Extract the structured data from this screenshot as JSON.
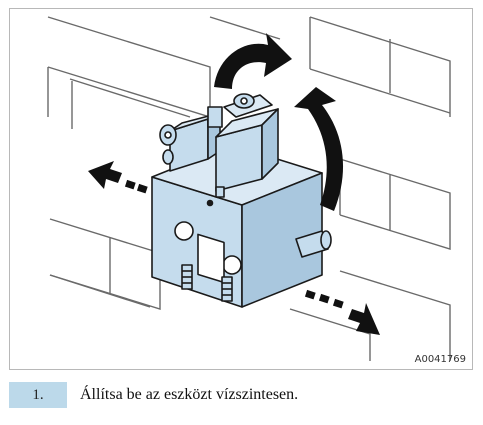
{
  "figure": {
    "figure_id": "A0041769",
    "accent_color": "#c5dced",
    "arrow_color": "#111111",
    "icon": "wall-mounted-valve-block-illustration"
  },
  "instruction": {
    "step_number": "1.",
    "step_text": "Állítsa be az eszközt vízszintesen."
  }
}
